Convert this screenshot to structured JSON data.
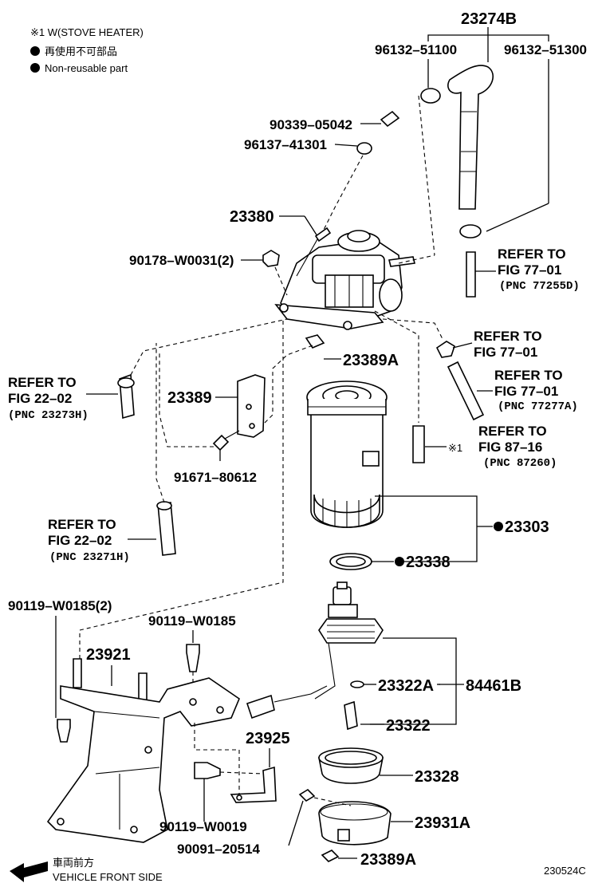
{
  "legend": {
    "stove_note": "※1  W(STOVE HEATER)",
    "nonreuse_jp": "再使用不可部品",
    "nonreuse_en": "Non-reusable part"
  },
  "parts": {
    "p23274B": "23274B",
    "p96132_51100": "96132–51100",
    "p96132_51300": "96132–51300",
    "p90339_05042": "90339–05042",
    "p96137_41301": "96137–41301",
    "p23380": "23380",
    "p90178": "90178–W0031(2)",
    "p23389A_top": "23389A",
    "p23389": "23389",
    "p91671": "91671–80612",
    "p23303": "23303",
    "p23338": "23338",
    "p90119_w0185_2": "90119–W0185(2)",
    "p90119_w0185": "90119–W0185",
    "p23921": "23921",
    "p23322A": "23322A",
    "p84461B": "84461B",
    "p23322": "23322",
    "p23925": "23925",
    "p23328": "23328",
    "p90119_w0019": "90119–W0019",
    "p23931A": "23931A",
    "p90091": "90091–20514",
    "p23389A_bottom": "23389A"
  },
  "refs": {
    "r1": {
      "l1": "REFER TO",
      "l2": "FIG 77–01",
      "pnc": "(PNC 77255D)"
    },
    "r2": {
      "l1": "REFER TO",
      "l2": "FIG 77–01"
    },
    "r3": {
      "l1": "REFER TO",
      "l2": "FIG 77–01",
      "pnc": "(PNC 77277A)"
    },
    "r4": {
      "l1": "REFER TO",
      "l2": "FIG 87–16",
      "pnc": "(PNC 87260)",
      "mark": "※1"
    },
    "r5": {
      "l1": "REFER TO",
      "l2": "FIG 22–02",
      "pnc": "(PNC 23273H)"
    },
    "r6": {
      "l1": "REFER TO",
      "l2": "FIG 22–02",
      "pnc": "(PNC 23271H)"
    }
  },
  "footer": {
    "direction_jp": "車両前方",
    "direction_en": "VEHICLE FRONT SIDE",
    "fig_id": "230524C"
  },
  "colors": {
    "line": "#000000",
    "background": "#ffffff"
  }
}
